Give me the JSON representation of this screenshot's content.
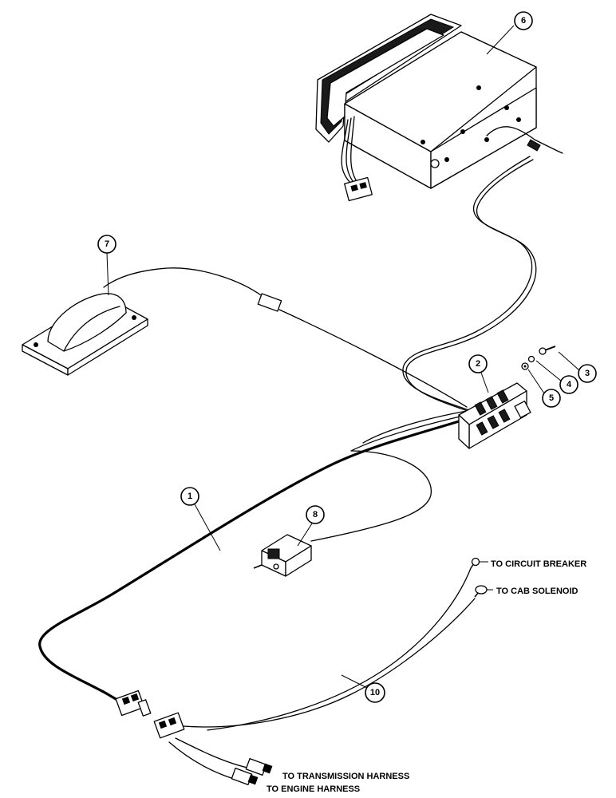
{
  "callouts": {
    "c1": "1",
    "c2": "2",
    "c3": "3",
    "c4": "4",
    "c5": "5",
    "c6": "6",
    "c7": "7",
    "c8": "8",
    "c10": "10"
  },
  "annotations": {
    "circuit_breaker": "TO CIRCUIT BREAKER",
    "cab_solenoid": "TO CAB SOLENOID",
    "transmission_harness": "TO TRANSMISSION HARNESS",
    "engine_harness": "TO ENGINE HARNESS"
  }
}
